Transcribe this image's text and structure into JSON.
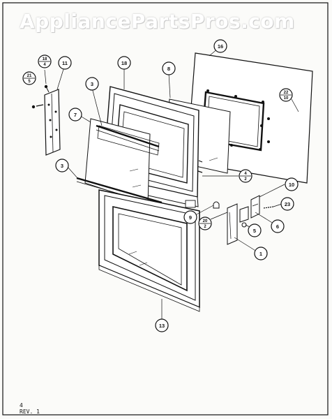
{
  "watermark": "AppliancePartsPros.com",
  "footer": {
    "page_number": "4",
    "revision": "REV. 1"
  },
  "callouts": [
    {
      "id": "c16",
      "label": "16"
    },
    {
      "id": "c18",
      "label": "18"
    },
    {
      "id": "c8",
      "label": "8"
    },
    {
      "id": "c11",
      "label": "11"
    },
    {
      "id": "c18-4",
      "label_top": "18",
      "label_bottom": "4"
    },
    {
      "id": "c21-5",
      "label_top": "21",
      "label_bottom": "5"
    },
    {
      "id": "c22-10",
      "label_top": "22",
      "label_bottom": "10"
    },
    {
      "id": "c3a",
      "label": "3"
    },
    {
      "id": "c7",
      "label": "7"
    },
    {
      "id": "c3b",
      "label": "3"
    },
    {
      "id": "c4-2",
      "label_top": "4",
      "label_bottom": "2"
    },
    {
      "id": "c10",
      "label": "10"
    },
    {
      "id": "c23",
      "label": "23"
    },
    {
      "id": "c9",
      "label": "9"
    },
    {
      "id": "c20-2",
      "label_top": "20",
      "label_bottom": "2"
    },
    {
      "id": "c5",
      "label": "5"
    },
    {
      "id": "c6",
      "label": "6"
    },
    {
      "id": "c1",
      "label": "1"
    },
    {
      "id": "c13",
      "label": "13"
    }
  ]
}
